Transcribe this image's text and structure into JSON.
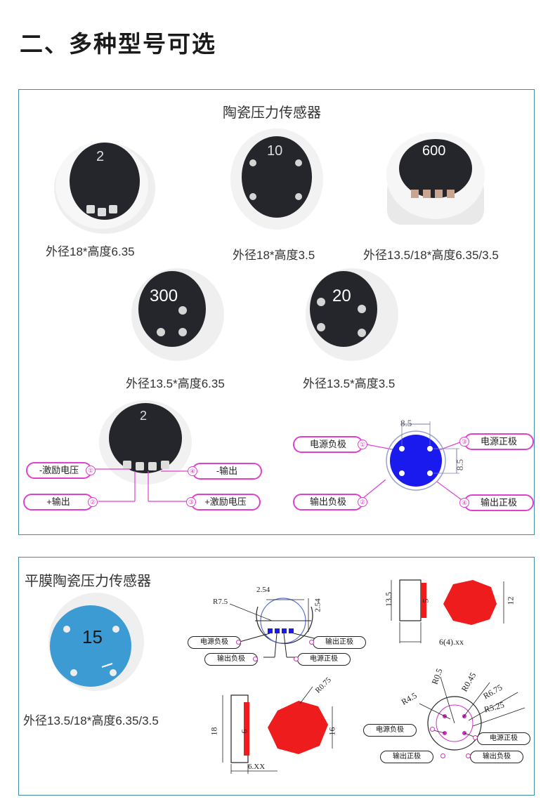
{
  "page": {
    "title": "二、多种型号可选"
  },
  "ceramic": {
    "heading": "陶瓷压力传感器",
    "sensors": [
      {
        "marking": "2",
        "caption": "外径18*高度6.35"
      },
      {
        "marking": "10",
        "caption": "外径18*高度3.5"
      },
      {
        "marking": "600",
        "caption": "外径13.5/18*高度6.35/3.5"
      },
      {
        "marking": "300",
        "caption": "外径13.5*高度6.35"
      },
      {
        "marking": "20",
        "caption": "外径13.5*高度3.5"
      }
    ],
    "wiring_left": {
      "marking": "2",
      "labels": [
        {
          "num": "①",
          "text": "-激励电压"
        },
        {
          "num": "②",
          "text": "+输出"
        },
        {
          "num": "③",
          "text": "+激励电压"
        },
        {
          "num": "④",
          "text": "-输出"
        }
      ]
    },
    "wiring_right": {
      "dim_top": "8.5",
      "dim_side": "8.5",
      "labels": [
        {
          "num": "①",
          "text": "电源负极"
        },
        {
          "num": "②",
          "text": "输出负极"
        },
        {
          "num": "③",
          "text": "电源正极"
        },
        {
          "num": "④",
          "text": "输出正极"
        }
      ]
    }
  },
  "flat": {
    "heading": "平膜陶瓷压力传感器",
    "marking": "15",
    "caption": "外径13.5/18*高度6.35/3.5",
    "diagram1": {
      "dims": [
        "2.54",
        "2.54",
        "R7.5"
      ],
      "labels": [
        "电源负极",
        "输出负极",
        "输出正极",
        "电源正极"
      ]
    },
    "diagram2": {
      "dims": [
        "13.5",
        "5",
        "12",
        "6(4).xx"
      ]
    },
    "diagram3": {
      "dims": [
        "R0.75",
        "18",
        "6",
        "16",
        "6.XX"
      ]
    },
    "diagram4": {
      "dims": [
        "R0.5",
        "R0.45",
        "R4.5",
        "R6.75",
        "R5.25"
      ],
      "labels": [
        "电源负极",
        "输出正极",
        "电源正极",
        "输出负极"
      ]
    }
  },
  "colors": {
    "accent": "#e040d0",
    "panel_border": "#3d8fa8",
    "pad_blue": "#1a1aee",
    "pad_red": "#ee1c1c",
    "dial_blue": "#3d9bd4"
  }
}
